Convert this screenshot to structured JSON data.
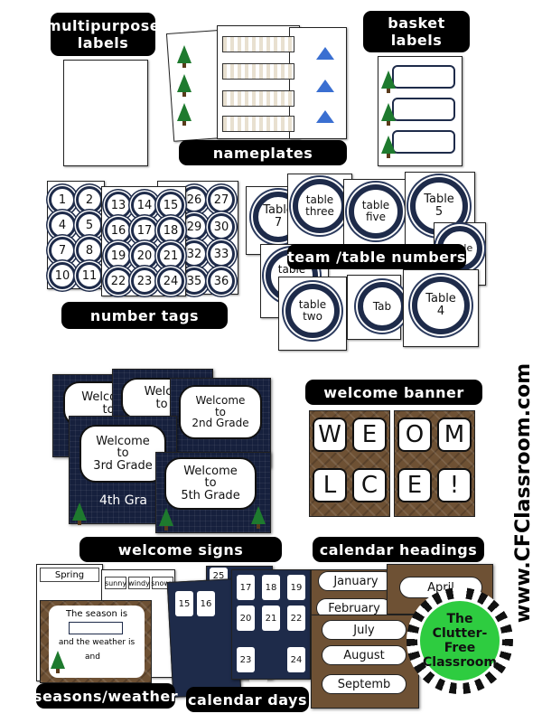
{
  "labels": {
    "multipurpose": "multipurpose\nlabels",
    "nameplates": "nameplates",
    "basket": "basket\nlabels",
    "number_tags": "number tags",
    "team_table": "team /table numbers",
    "welcome_banner": "welcome banner",
    "welcome_signs": "welcome signs",
    "calendar_headings": "calendar headings",
    "seasons_weather": "seasons/weather",
    "calendar_days": "calendar days"
  },
  "number_tags": {
    "sheet1": [
      "1",
      "2",
      "4",
      "5",
      "7",
      "8",
      "10",
      "11"
    ],
    "sheet2": [
      "13",
      "14",
      "15",
      "16",
      "17",
      "18",
      "19",
      "20",
      "21",
      "22",
      "23",
      "24"
    ],
    "sheet3": [
      "26",
      "27",
      "29",
      "30",
      "32",
      "33",
      "35",
      "36"
    ]
  },
  "table_cards": {
    "c1": "Table\n7",
    "c2": "table\nthree",
    "c3": "table\nfive",
    "c4": "Table\n5",
    "c5": "table\none",
    "c6": "table\ntwo",
    "c7": "Table\n4",
    "c8a": "Table",
    "c8b": "Tab"
  },
  "welcome_signs": {
    "s1": "Welcome\nto",
    "s2": "Welco\nto",
    "s3": "Welcome\nto\n2nd Grade",
    "s4": "Welcome\nto\n3rd Grade",
    "s5": "Welcome\nto\n5th Grade",
    "s6": "4th Gra"
  },
  "banner": {
    "letters": [
      "W",
      "E",
      "O",
      "M",
      "L",
      "C",
      "E",
      "!"
    ]
  },
  "seasons": {
    "spring": "Spring",
    "weather": [
      "sunny",
      "windy",
      "snowy"
    ],
    "season_text": "The season is",
    "weather_text": "and the weather is",
    "and_text": "and"
  },
  "calendar_days": {
    "front": [
      "15",
      "16",
      "17",
      "18",
      "19",
      "20",
      "21",
      "22",
      "23",
      "24"
    ],
    "back": [
      "25",
      "18",
      "19",
      "20"
    ]
  },
  "months": [
    "January",
    "February",
    "July",
    "August",
    "Septemb",
    "April"
  ],
  "side_url": "www.CFClassroom.com",
  "badge_text": "The\nClutter-Free\nClassroom",
  "colors": {
    "navy": "#1e2b4a",
    "brown": "#6e5134",
    "green": "#2ecc40"
  }
}
